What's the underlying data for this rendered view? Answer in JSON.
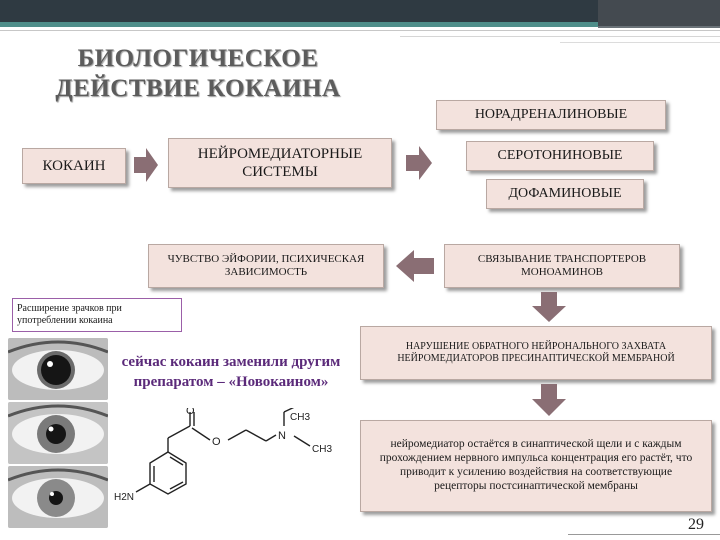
{
  "title_line1": "БИОЛОГИЧЕСКОЕ",
  "title_line2": "ДЕЙСТВИЕ КОКАИНА",
  "boxes": {
    "cocaine": "КОКАИН",
    "neuro_systems": "НЕЙРОМЕДИАТОРНЫЕ СИСТЕМЫ",
    "noradrenaline": "НОРАДРЕНАЛИНОВЫЕ",
    "serotonin": "СЕРОТОНИНОВЫЕ",
    "dopamine": "ДОФАМИНОВЫЕ",
    "euphoria": "ЧУВСТВО ЭЙФОРИИ, ПСИХИЧЕСКАЯ ЗАВИСИМОСТЬ",
    "transporters": "СВЯЗЫВАНИЕ ТРАНСПОРТЕРОВ МОНОАМИНОВ",
    "pupils": "Расширение зрачков при употреблении кокаина",
    "reuptake": "НАРУШЕНИЕ ОБРАТНОГО НЕЙРОНАЛЬНОГО ЗАХВАТА НЕЙРОМЕДИАТОРОВ ПРЕСИНАПТИЧЕСКОЙ МЕМБРАНОЙ",
    "mediator": "нейромедиатор остаётся в синаптической щели и с каждым прохождением нервного импульса концентрация его растёт, что приводит к усилению воздействия на соответствующие рецепторы постсинаптической мембраны"
  },
  "novocaine_note": "сейчас кокаин заменили другим препаратом – «Новокаином»",
  "formula": {
    "ch3_top": "CH3",
    "ch3_right": "CH3",
    "n_atom": "N",
    "o_carbonyl": "O",
    "o_ester": "O",
    "amine": "H2N"
  },
  "page_number": "29",
  "colors": {
    "box_fill": "#f3e2dd",
    "arrow_fill": "#8a6e74",
    "pupils_border": "#9b5fa8",
    "novocaine_text": "#5b2a7a"
  }
}
